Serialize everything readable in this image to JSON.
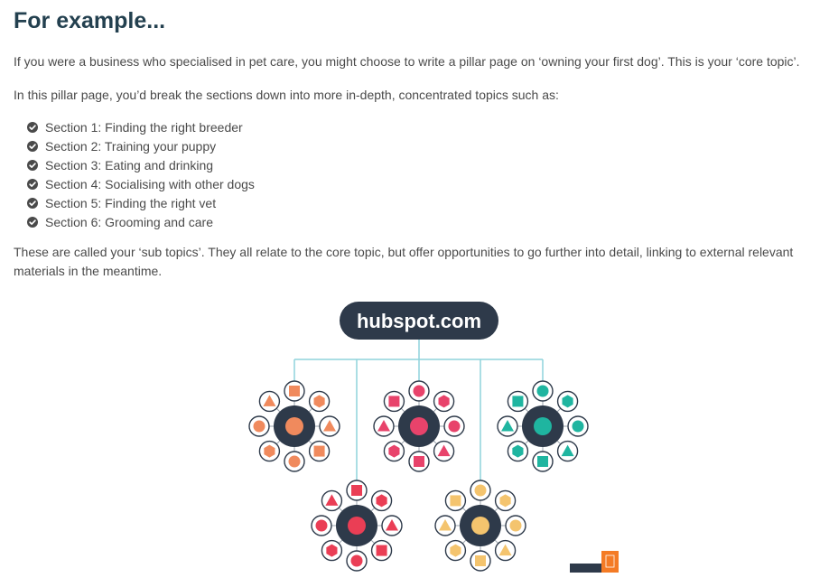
{
  "heading": "For example...",
  "intro": "If you were a business who specialised in pet care, you might choose to write a pillar page on ‘owning your first dog’. This is your ‘core topic’.",
  "breakdown": "In this pillar page, you’d break the sections down into more in-depth, concentrated topics such as:",
  "sections": [
    "Section 1: Finding the right breeder",
    "Section 2: Training your puppy",
    "Section 3: Eating and drinking",
    "Section 4: Socialising with other dogs",
    "Section 5: Finding the right vet",
    "Section 6: Grooming and care"
  ],
  "subtopics": "These are called your ‘sub topics’. They all relate to the core topic, but offer opportunities to go further into detail, linking to external relevant materials in the meantime.",
  "diagram": {
    "root_label": "hubspot.com",
    "icon": "check-circle-icon",
    "colors": {
      "root_fill": "#2e3a4a",
      "connector": "#8fd3dc",
      "hub_fill": "#2e3a4a",
      "orange": "#f08a5d",
      "pink": "#e8436b",
      "teal": "#1fb5a0",
      "red": "#ea3e55",
      "yellow": "#f4c46e",
      "ring": "#2e3a4a",
      "accent": "#f47b25"
    },
    "clusters": [
      {
        "name": "cluster-orange",
        "color": "orange"
      },
      {
        "name": "cluster-pink",
        "color": "pink"
      },
      {
        "name": "cluster-teal",
        "color": "teal"
      },
      {
        "name": "cluster-red",
        "color": "red"
      },
      {
        "name": "cluster-yellow",
        "color": "yellow"
      }
    ]
  }
}
